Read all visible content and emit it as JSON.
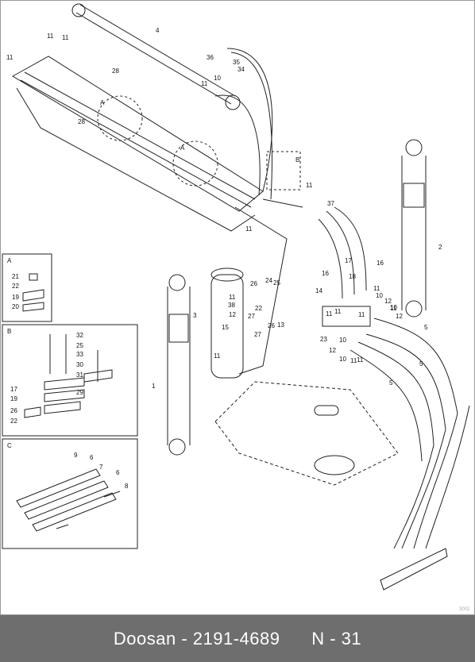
{
  "footer": {
    "brand": "Doosan",
    "sep": " - ",
    "part_number": "2191-4689",
    "page_label": "N - 31"
  },
  "panels": {
    "a": {
      "title": "A",
      "labels": [
        "21",
        "22",
        "19",
        "20"
      ]
    },
    "b": {
      "title": "B",
      "labels": [
        "32",
        "25",
        "33",
        "30",
        "31",
        "17",
        "19",
        "29",
        "26",
        "22"
      ]
    },
    "c": {
      "title": "C",
      "labels": [
        "9",
        "6",
        "7",
        "6",
        "8"
      ]
    }
  },
  "callouts": {
    "boom": [
      "11",
      "11",
      "4",
      "11",
      "28",
      "28",
      "36",
      "35",
      "34",
      "10",
      "11",
      "A",
      "A",
      "B",
      "11",
      "37",
      "11"
    ],
    "main": [
      "2",
      "16",
      "17",
      "16",
      "18",
      "1",
      "3",
      "26",
      "24",
      "25",
      "11",
      "38",
      "12",
      "22",
      "27",
      "26",
      "13",
      "14",
      "15",
      "11",
      "27",
      "23",
      "11",
      "10",
      "12",
      "11",
      "10",
      "12",
      "11",
      "10",
      "11",
      "11",
      "11",
      "12",
      "10",
      "11",
      "5",
      "5",
      "5"
    ]
  },
  "watermark": "3002"
}
